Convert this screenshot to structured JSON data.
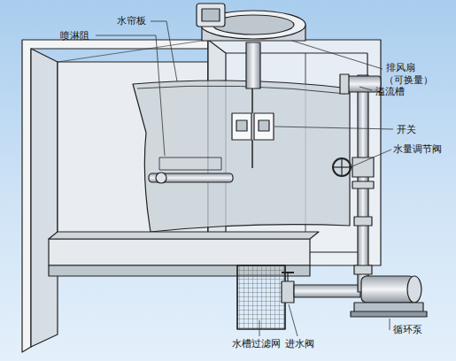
{
  "diagram": {
    "labels": [
      "水帘板",
      "喷淋阻",
      "排风扇",
      "（可换量）",
      "溢流槽",
      "开关",
      "水量调节阀",
      "循环泵",
      "水槽过滤网",
      "进水阀"
    ]
  }
}
